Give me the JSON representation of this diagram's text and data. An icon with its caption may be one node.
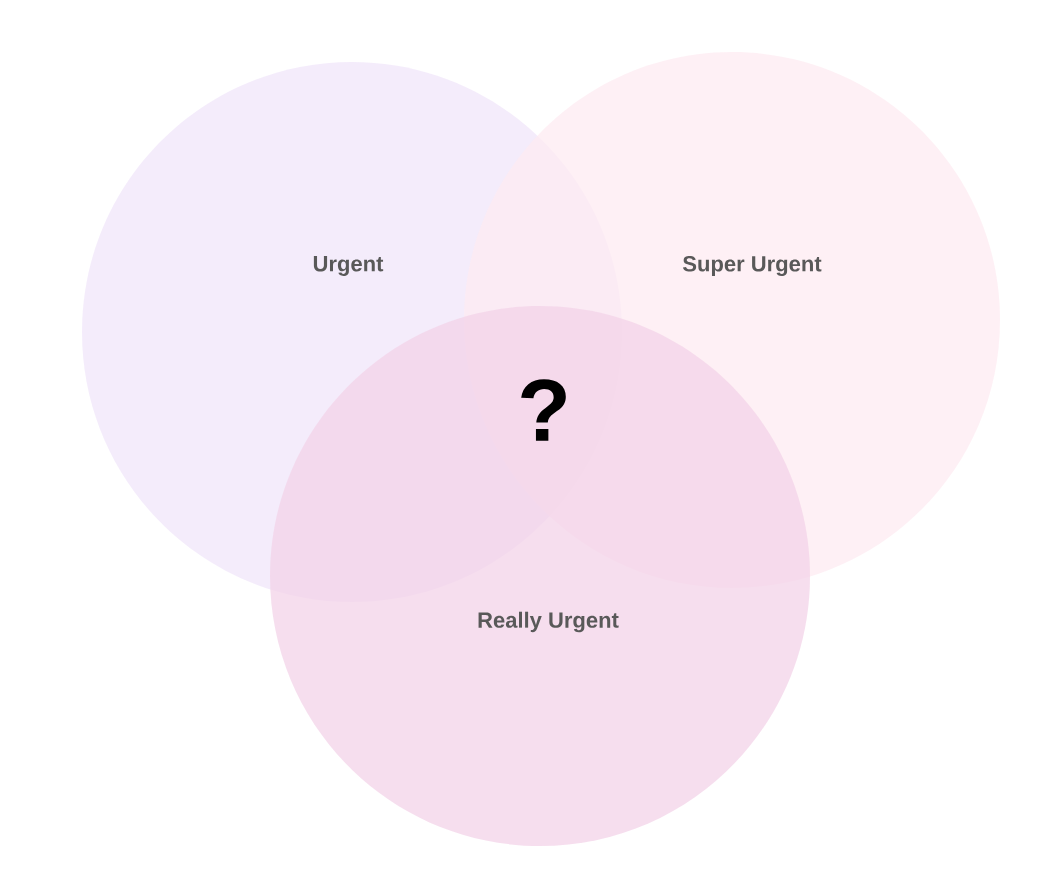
{
  "diagram": {
    "nodes": [
      {
        "text": [
          "Urgent"
        ]
      },
      {
        "text": [
          "Super Urgent"
        ]
      },
      {
        "text": [
          "Really Urgent"
        ]
      }
    ],
    "labels": [
      "?"
    ]
  }
}
